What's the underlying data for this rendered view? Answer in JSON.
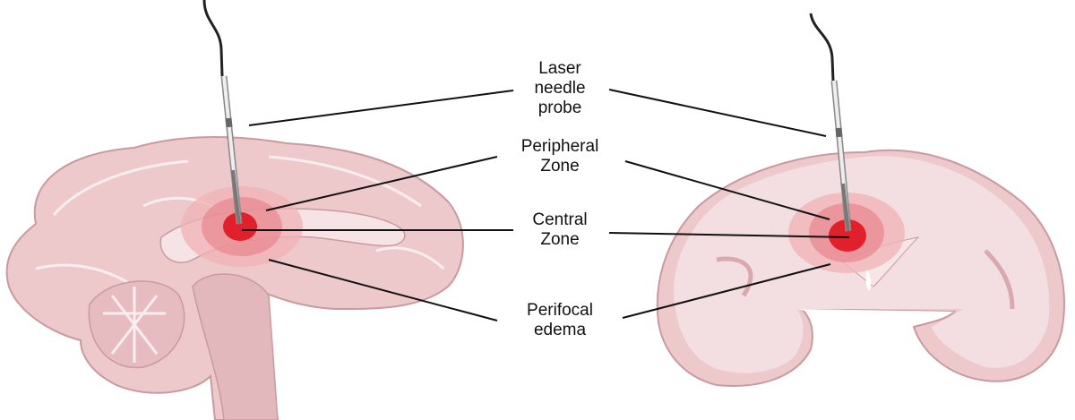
{
  "labels": {
    "laser_probe": [
      "Laser",
      "needle",
      "probe"
    ],
    "peripheral_zone": [
      "Peripheral",
      "Zone"
    ],
    "central_zone": [
      "Central",
      "Zone"
    ],
    "perifocal_edema": [
      "Perifocal",
      "edema"
    ]
  },
  "colors": {
    "brain_fill": "#eec9cc",
    "brain_inner": "#f3dfe1",
    "brain_stroke": "#c99aa0",
    "central": "#e0202a",
    "peripheral": "#e88a90",
    "edema": "#f0b2b5",
    "leader_line": "#111111"
  }
}
